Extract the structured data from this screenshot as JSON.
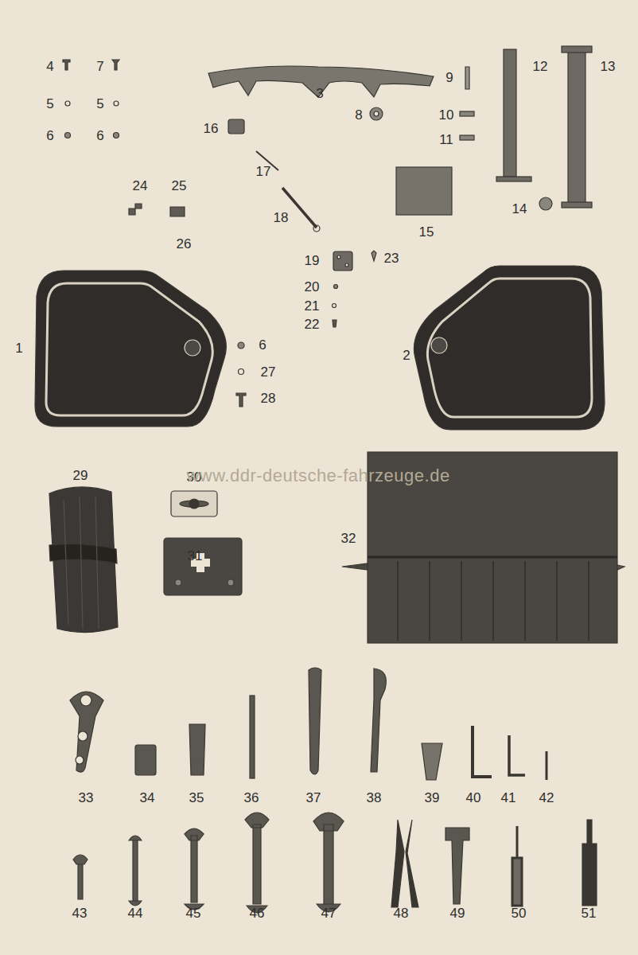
{
  "diagram": {
    "labels": [
      "4",
      "7",
      "5",
      "5",
      "6",
      "6",
      "3",
      "9",
      "12",
      "13",
      "8",
      "10",
      "11",
      "16",
      "17",
      "24",
      "25",
      "18",
      "14",
      "15",
      "26",
      "19",
      "23",
      "20",
      "21",
      "22",
      "6",
      "1",
      "2",
      "27",
      "28",
      "29",
      "30",
      "32",
      "31",
      "33",
      "34",
      "35",
      "36",
      "37",
      "38",
      "39",
      "40",
      "41",
      "42",
      "43",
      "44",
      "45",
      "46",
      "47",
      "48",
      "49",
      "50",
      "51",
      "www.ddr-deutsche-fahrzeuge.de"
    ]
  }
}
